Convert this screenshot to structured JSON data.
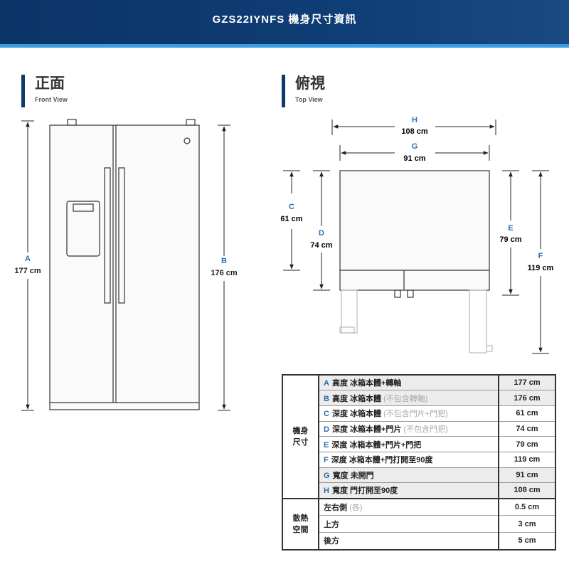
{
  "header": {
    "title": "GZS22IYNFS 機身尺寸資訊"
  },
  "front": {
    "title": "正面",
    "subtitle": "Front View",
    "A": {
      "letter": "A",
      "value": "177 cm"
    },
    "B": {
      "letter": "B",
      "value": "176 cm"
    }
  },
  "top": {
    "title": "俯視",
    "subtitle": "Top View",
    "H": {
      "letter": "H",
      "value": "108 cm"
    },
    "G": {
      "letter": "G",
      "value": "91 cm"
    },
    "C": {
      "letter": "C",
      "value": "61 cm"
    },
    "D": {
      "letter": "D",
      "value": "74 cm"
    },
    "E": {
      "letter": "E",
      "value": "79 cm"
    },
    "F": {
      "letter": "F",
      "value": "119 cm"
    }
  },
  "table": {
    "group1": "機身尺寸",
    "rows": [
      {
        "letter": "A",
        "desc": "高度 冰箱本體+轉軸",
        "note": "",
        "value": "177 cm"
      },
      {
        "letter": "B",
        "desc": "高度 冰箱本體",
        "note": "(不包含轉軸)",
        "value": "176 cm"
      },
      {
        "letter": "C",
        "desc": "深度 冰箱本體",
        "note": "(不包含門片+門把)",
        "value": "61 cm"
      },
      {
        "letter": "D",
        "desc": "深度 冰箱本體+門片",
        "note": "(不包含門把)",
        "value": "74 cm"
      },
      {
        "letter": "E",
        "desc": "深度 冰箱本體+門片+門把",
        "note": "",
        "value": "79 cm"
      },
      {
        "letter": "F",
        "desc": "深度 冰箱本體+門打開至90度",
        "note": "",
        "value": "119 cm"
      },
      {
        "letter": "G",
        "desc": "寬度 未開門",
        "note": "",
        "value": "91 cm"
      },
      {
        "letter": "H",
        "desc": "寬度 門打開至90度",
        "note": "",
        "value": "108 cm"
      }
    ],
    "group2": "散熱空間",
    "heat": [
      {
        "desc": "左右側",
        "note": "(各)",
        "value": "0.5 cm"
      },
      {
        "desc": "上方",
        "note": "",
        "value": "3 cm"
      },
      {
        "desc": "後方",
        "note": "",
        "value": "5 cm"
      }
    ]
  }
}
